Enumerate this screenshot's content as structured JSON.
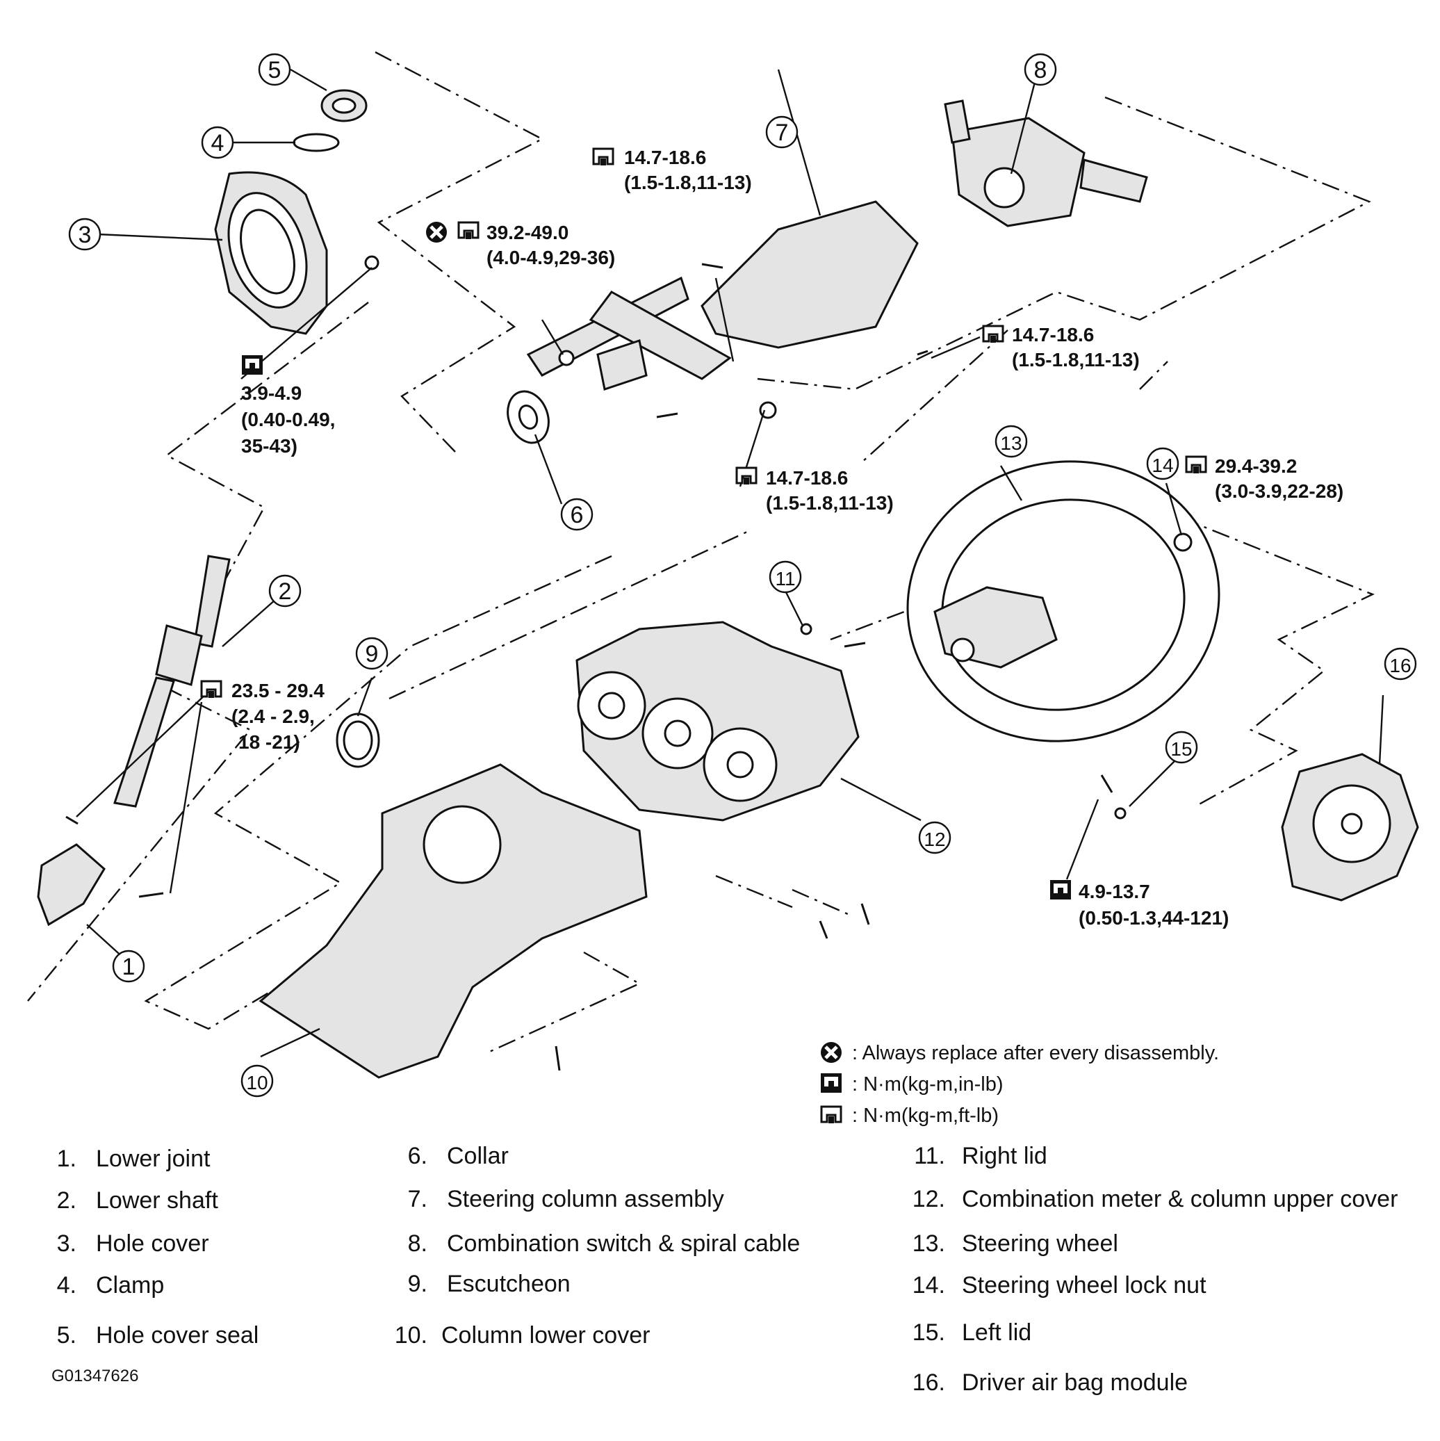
{
  "callouts": [
    "1",
    "2",
    "3",
    "4",
    "5",
    "6",
    "7",
    "8",
    "9",
    "10",
    "11",
    "12",
    "13",
    "14",
    "15",
    "16"
  ],
  "torque_specs": [
    {
      "value": "14.7-18.6",
      "sub": "(1.5-1.8,11-13)"
    },
    {
      "value": "39.2-49.0",
      "sub": "(4.0-4.9,29-36)"
    },
    {
      "value": "3.9-4.9",
      "sub1": "(0.40-0.49,",
      "sub2": "35-43)"
    },
    {
      "value": "14.7-18.6",
      "sub": "(1.5-1.8,11-13)"
    },
    {
      "value": "14.7-18.6",
      "sub": "(1.5-1.8,11-13)"
    },
    {
      "value": "29.4-39.2",
      "sub": "(3.0-3.9,22-28)"
    },
    {
      "value": "23.5 - 29.4",
      "sub1": "(2.4 - 2.9,",
      "sub2": "18 -21)"
    },
    {
      "value": "4.9-13.7",
      "sub": "(0.50-1.3,44-121)"
    }
  ],
  "legend": [
    {
      "icon": "replace-icon",
      "text": ": Always replace after every disassembly."
    },
    {
      "icon": "torque-inlb-icon",
      "text": ": N·m(kg-m,in-lb)"
    },
    {
      "icon": "torque-ftlb-icon",
      "text": ": N·m(kg-m,ft-lb)"
    }
  ],
  "parts": [
    {
      "num": "1.",
      "name": "Lower joint"
    },
    {
      "num": "2.",
      "name": "Lower shaft"
    },
    {
      "num": "3.",
      "name": "Hole cover"
    },
    {
      "num": "4.",
      "name": "Clamp"
    },
    {
      "num": "5.",
      "name": "Hole cover seal"
    },
    {
      "num": "6.",
      "name": "Collar"
    },
    {
      "num": "7.",
      "name": "Steering column assembly"
    },
    {
      "num": "8.",
      "name": "Combination switch & spiral cable"
    },
    {
      "num": "9.",
      "name": "Escutcheon"
    },
    {
      "num": "10.",
      "name": "Column lower cover"
    },
    {
      "num": "11.",
      "name": "Right lid"
    },
    {
      "num": "12.",
      "name": "Combination meter & column upper cover"
    },
    {
      "num": "13.",
      "name": "Steering wheel"
    },
    {
      "num": "14.",
      "name": "Steering wheel lock nut"
    },
    {
      "num": "15.",
      "name": "Left lid"
    },
    {
      "num": "16.",
      "name": "Driver air bag module"
    }
  ],
  "figure_id": "G01347626"
}
